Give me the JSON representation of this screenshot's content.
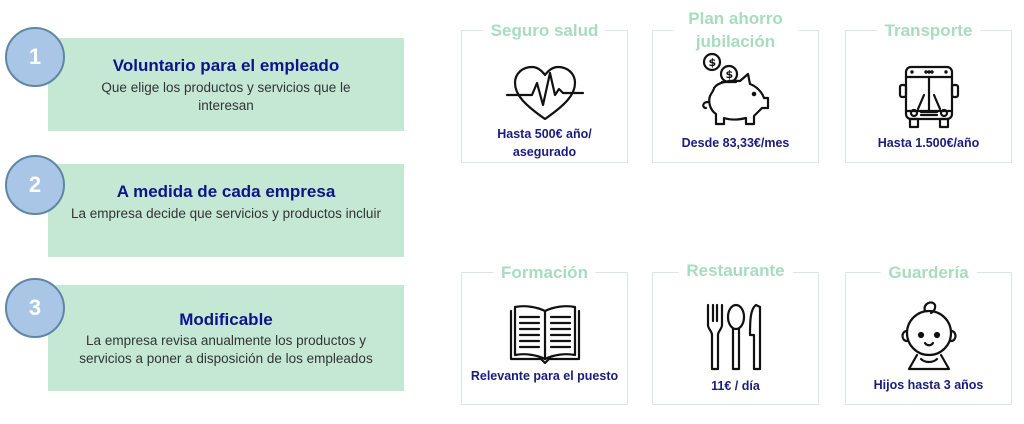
{
  "features": [
    {
      "number": "1",
      "title": "Voluntario para el empleado",
      "description": "Que elige los productos y servicios que le interesan"
    },
    {
      "number": "2",
      "title": "A medida de cada empresa",
      "description": "La empresa decide que  servicios  y productos incluir"
    },
    {
      "number": "3",
      "title": "Modificable",
      "description": "La empresa revisa anualmente los productos y servicios a poner a disposición de los empleados"
    }
  ],
  "benefits": [
    {
      "heading": "Seguro salud",
      "icon": "heart-pulse-icon",
      "value": "Hasta 500€ año/ asegurado"
    },
    {
      "heading": "Plan ahorro jubilación",
      "icon": "piggy-bank-icon",
      "value": "Desde 83,33€/mes"
    },
    {
      "heading": "Transporte",
      "icon": "bus-icon",
      "value": "Hasta 1.500€/año"
    },
    {
      "heading": "Formación",
      "icon": "book-icon",
      "value": "Relevante para el puesto"
    },
    {
      "heading": "Restaurante",
      "icon": "cutlery-icon",
      "value": "11€ / día"
    },
    {
      "heading": "Guardería",
      "icon": "baby-icon",
      "value": "Hijos hasta 3 años"
    }
  ],
  "colors": {
    "feature_bg": "#c5e8d5",
    "circle_fill": "#a9c6e6",
    "circle_border": "#5f86a8",
    "title_navy": "#0d148a",
    "heading_green": "#a8dcbf",
    "card_border": "#dfe4e8"
  }
}
